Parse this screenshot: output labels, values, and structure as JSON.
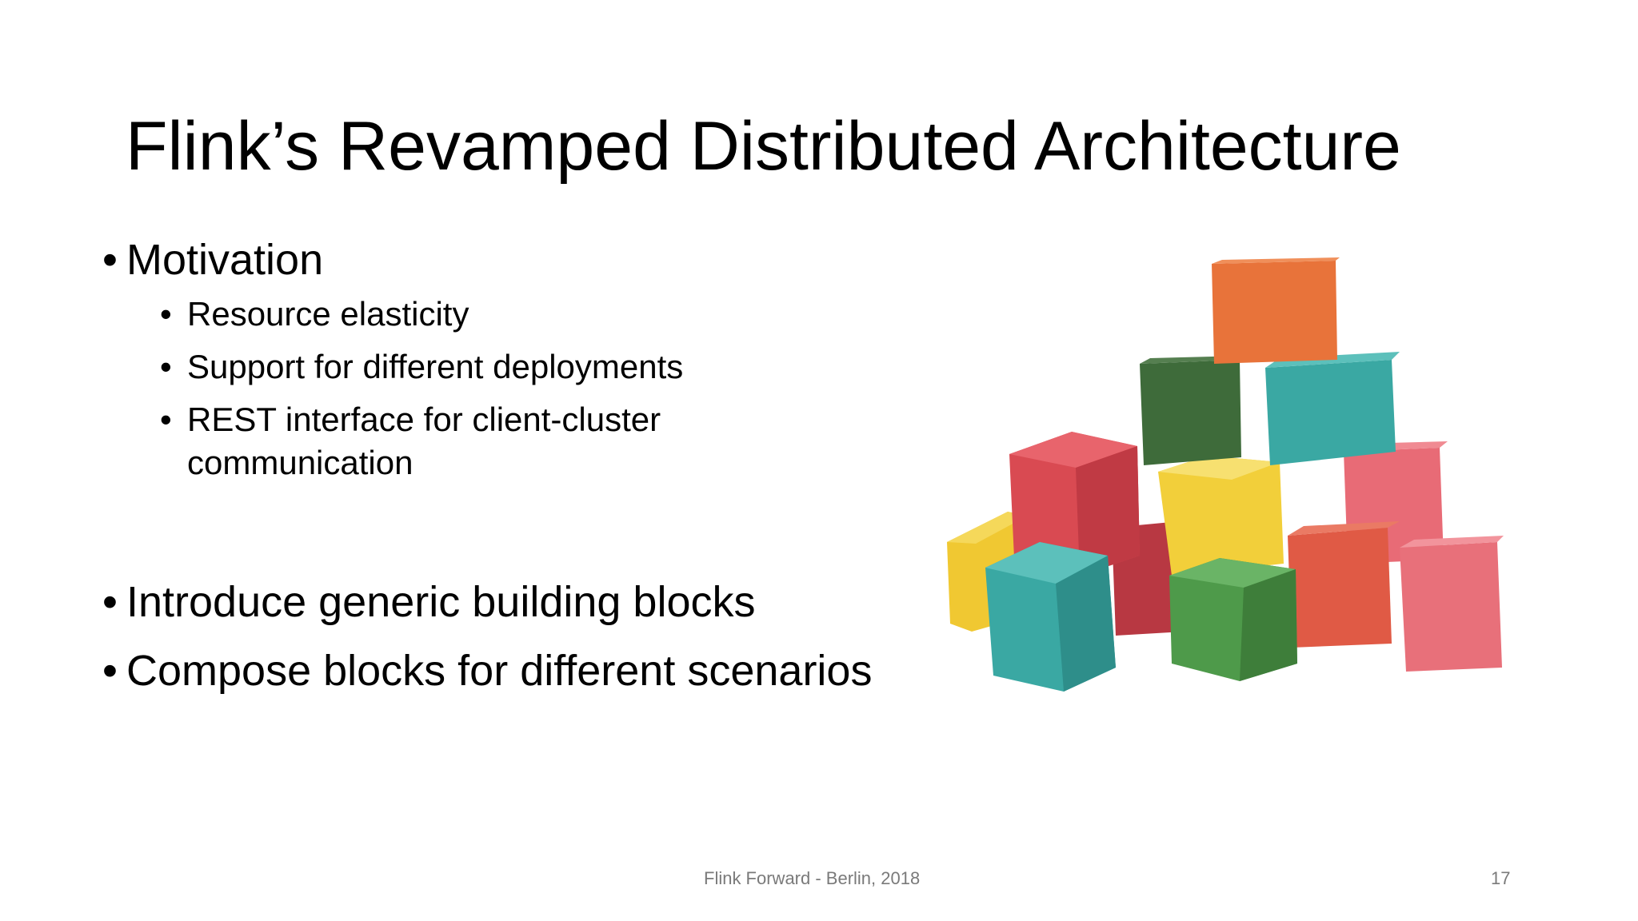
{
  "slide": {
    "title": "Flink’s Revamped Distributed Architecture",
    "bullets": {
      "motivation": "Motivation",
      "sub": [
        "Resource elasticity",
        "Support for different deployments",
        "REST interface for client-cluster",
        "communication"
      ],
      "introduce": "Introduce generic building blocks",
      "compose": "Compose blocks for different scenarios"
    },
    "bullet_glyph": "•",
    "footer": "Flink Forward - Berlin, 2018",
    "page_number": "17"
  },
  "image": {
    "icon": "toy-building-blocks-illustration",
    "colors": {
      "orange": "#e8733a",
      "teal": "#3aa8a3",
      "dark_green": "#3e6b3a",
      "red": "#d94a52",
      "yellow": "#f0c832",
      "pink": "#e8707a",
      "green": "#4e9a4a",
      "coral": "#e05a45"
    }
  }
}
